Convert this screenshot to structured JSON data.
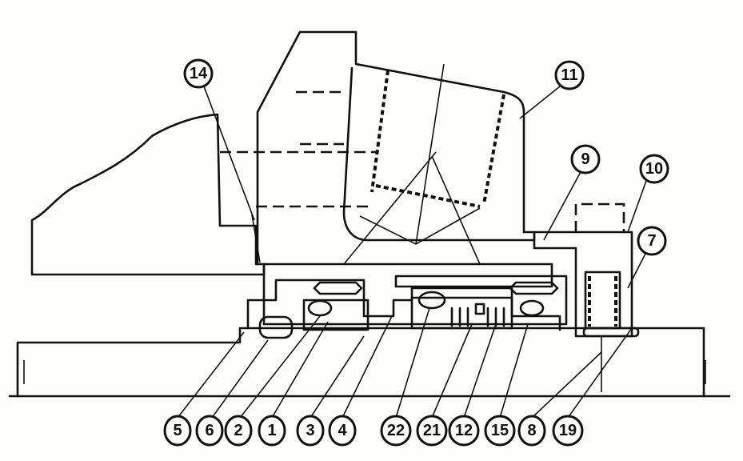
{
  "callouts": {
    "c14": "14",
    "c11": "11",
    "c9": "9",
    "c10": "10",
    "c7": "7",
    "c5": "5",
    "c6": "6",
    "c2": "2",
    "c1": "1",
    "c3": "3",
    "c4": "4",
    "c22": "22",
    "c21": "21",
    "c12": "12",
    "c15": "15",
    "c8": "8",
    "c19": "19"
  },
  "colors": {
    "ink": "#111111",
    "paper": "#fdfdfb"
  }
}
